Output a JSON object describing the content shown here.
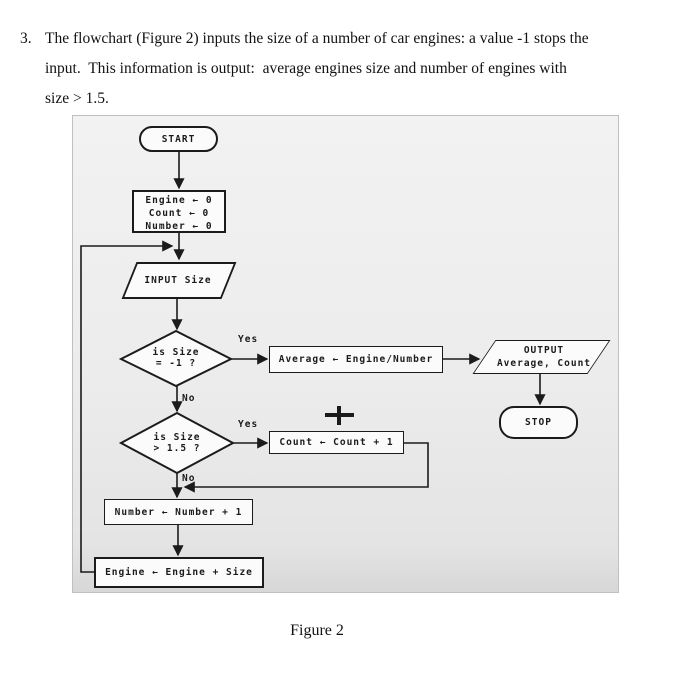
{
  "question": {
    "number": "3.",
    "lines": [
      "The flowchart (Figure 2) inputs the size of a number of car engines: a value -1 stops the",
      "input.  This information is output:  average engines size and number of engines with",
      "size > 1.5."
    ]
  },
  "flowchart": {
    "nodes": {
      "start_label": "START",
      "init": {
        "lines": [
          "Engine ← 0",
          "Count ← 0",
          "Number ← 0"
        ]
      },
      "input_label": "INPUT Size",
      "decision1": {
        "lines": [
          "is Size",
          "= -1 ?"
        ]
      },
      "decision2": {
        "lines": [
          "is Size",
          "> 1.5 ?"
        ]
      },
      "average_label": "Average ← Engine/Number",
      "output": {
        "lines": [
          "OUTPUT",
          "Average, Count"
        ]
      },
      "stop_label": "STOP",
      "count_label": "Count ← Count + 1",
      "number_label": "Number ← Number + 1",
      "engine_label": "Engine ← Engine + Size"
    },
    "labels": {
      "yes1": "Yes",
      "no1": "No",
      "yes2": "Yes",
      "no2": "No"
    },
    "colors": {
      "line": "#1b1b1b",
      "panel_bg": "#ececec",
      "panel_border": "#c0c0c0",
      "node_bg": "#fbfbfb"
    }
  },
  "caption": "Figure 2"
}
